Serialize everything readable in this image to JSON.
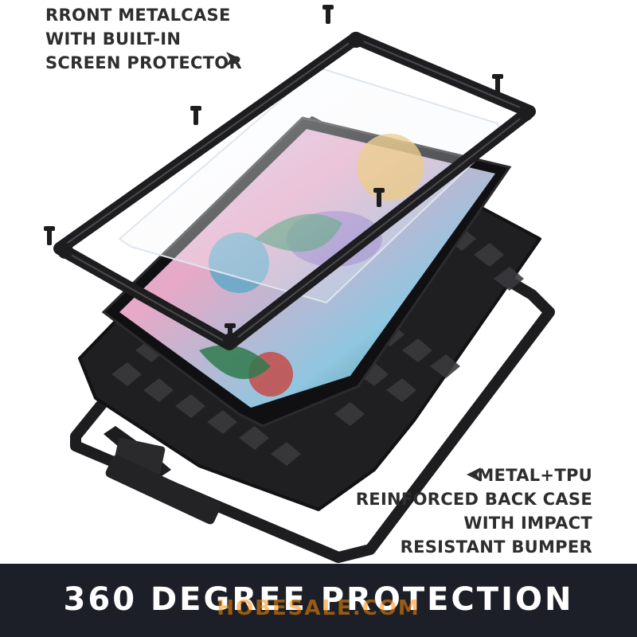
{
  "callout_top": {
    "lines": [
      "RRONT METALCASE",
      "WITH BUILT-IN",
      "SCREEN PROTECTOR"
    ]
  },
  "callout_bottom": {
    "lines": [
      "METAL+TPU",
      "REINFORCED BACK CASE",
      "WITH IMPACT",
      "RESISTANT BUMPER"
    ]
  },
  "footer": {
    "title": "360 DEGREE PROTECTION",
    "watermark": "HOBESALE.COM"
  },
  "icons": {
    "callout_top_arrow": "arrow-right-icon",
    "callout_bottom_arrow": "arrow-left-icon"
  },
  "colors": {
    "footer_bg": "#1c1f27",
    "text_dark": "#2e2e2e",
    "case_black": "#1d1d1f",
    "watermark": "#ff8c00"
  }
}
